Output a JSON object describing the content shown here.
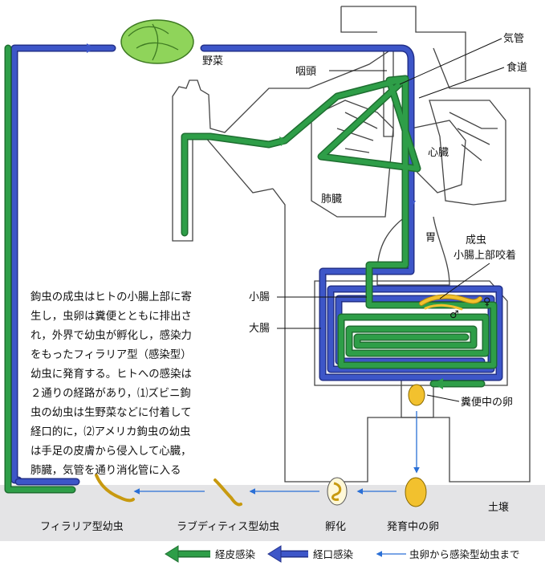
{
  "colors": {
    "green": "#2e9e48",
    "green_dark": "#1e6e30",
    "blue": "#3d56c8",
    "blue_dark": "#22308a",
    "light_arrow": "#2a6fd6",
    "soil": "#e4e4e6",
    "yellow": "#f2c12e",
    "lettuce": "#8fd45a"
  },
  "labels": {
    "vegetable": "野菜",
    "pharynx": "咽頭",
    "trachea": "気管",
    "esophagus": "食道",
    "heart": "心臓",
    "lung": "肺臓",
    "stomach": "胃",
    "adult_worm": "成虫",
    "attached": "小腸上部咬着",
    "small_intestine": "小腸",
    "large_intestine": "大腸",
    "female_symbol": "♀",
    "male_symbol": "♂",
    "eggs_in_feces": "糞便中の卵",
    "soil": "土壌",
    "filariform": "フィラリア型幼虫",
    "rhabditiform": "ラブディティス型幼虫",
    "hatching": "孵化",
    "developing_egg": "発育中の卵"
  },
  "description": [
    "鉤虫の成虫はヒトの小腸上部に寄",
    "生し，虫卵は糞便とともに排出さ",
    "れ，外界で幼虫が孵化し，感染力",
    "をもったフィラリア型（感染型）",
    "幼虫に発育する。ヒトへの感染は",
    "２通りの経路があり，⑴ズビニ鉤",
    "虫の幼虫は生野菜などに付着して",
    "経口的に，⑵アメリカ鉤虫の幼虫",
    "は手足の皮膚から侵入して心臓，",
    "肺臓，気管を通り消化管に入る"
  ],
  "legend": {
    "percutaneous": "経皮感染",
    "oral": "経口感染",
    "egg_to_larva": "虫卵から感染型幼虫まで"
  }
}
